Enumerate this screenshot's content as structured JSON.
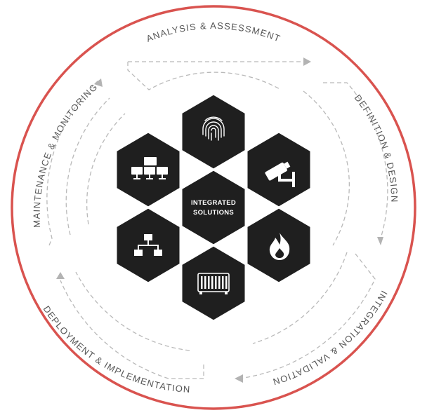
{
  "diagram": {
    "center": {
      "line1": "INTEGRATED",
      "line2": "SOLUTIONS"
    },
    "phases": [
      {
        "id": "analysis",
        "label": "ANALYSIS & ASSESSMENT"
      },
      {
        "id": "definition",
        "label": "DEFINITION & DESIGN"
      },
      {
        "id": "integration",
        "label": "INTEGRATION & VALIDATION"
      },
      {
        "id": "deployment",
        "label": "DEPLOYMENT & IMPLEMENTATION"
      },
      {
        "id": "maintenance",
        "label": "MAINTENANCE & MONITORING"
      }
    ],
    "hexagons": [
      {
        "icon": "fingerprint-icon"
      },
      {
        "icon": "security-camera-icon"
      },
      {
        "icon": "fire-icon"
      },
      {
        "icon": "server-rack-icon"
      },
      {
        "icon": "network-hierarchy-icon"
      },
      {
        "icon": "computer-network-icon"
      }
    ],
    "colors": {
      "ring": "#d9534f",
      "hex_fill": "#1f1f1f",
      "dash": "#b9b9b9",
      "label": "#555555"
    }
  }
}
